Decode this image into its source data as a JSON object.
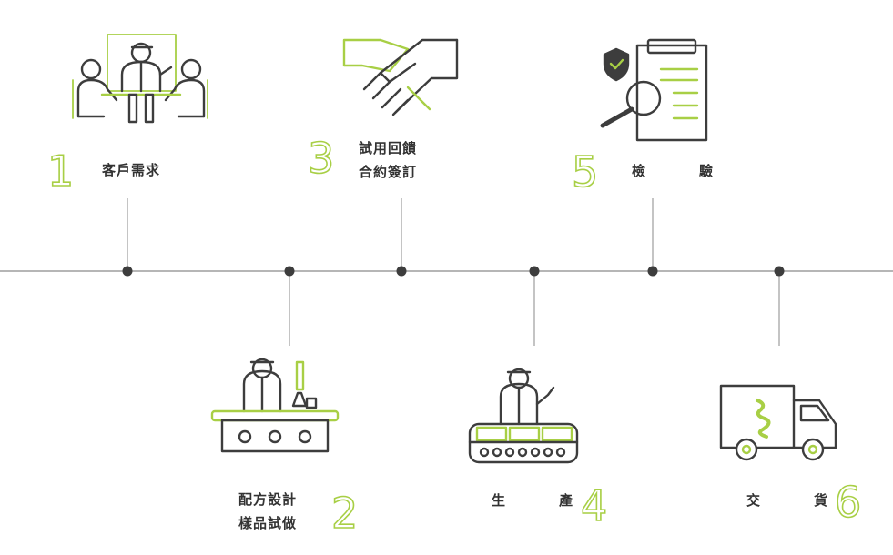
{
  "colors": {
    "accent": "#a8cf45",
    "line": "#8a8a8a",
    "icon": "#3d3d3d",
    "text": "#333333"
  },
  "steps": [
    {
      "number": "1",
      "lines": [
        "客戶需求"
      ],
      "icon": "meeting-icon"
    },
    {
      "number": "2",
      "lines": [
        "配方設計",
        "樣品試做"
      ],
      "icon": "lab-worker-icon"
    },
    {
      "number": "3",
      "lines": [
        "試用回饋",
        "合約簽訂"
      ],
      "icon": "handshake-icon"
    },
    {
      "number": "4",
      "lines": [
        "生　產"
      ],
      "icon": "production-line-icon"
    },
    {
      "number": "5",
      "lines": [
        "檢　驗"
      ],
      "icon": "inspection-icon"
    },
    {
      "number": "6",
      "lines": [
        "交　貨"
      ],
      "icon": "delivery-truck-icon"
    }
  ]
}
